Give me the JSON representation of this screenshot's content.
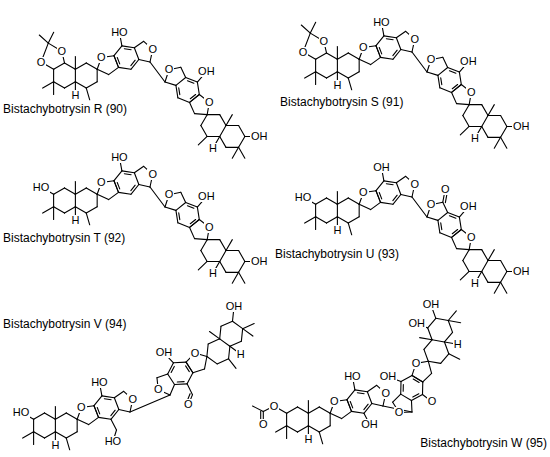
{
  "diagram": {
    "labels": [
      "Bistachybotrysin R (90)",
      "HO",
      "O",
      "O",
      "O",
      "H",
      "O",
      "OH",
      "O",
      "O",
      "OH",
      "H",
      "Bistachybotrysin S (91)",
      "HO",
      "O",
      "O",
      "O",
      "H",
      "O",
      "OH",
      "O",
      "O",
      "OH",
      "H",
      "Bistachybotrysin T (92)",
      "HO",
      "O",
      "O",
      "HO",
      "H",
      "OH",
      "O",
      "O",
      "OH",
      "H",
      "Bistachybotrysin U (93)",
      "OH",
      "O",
      "O",
      "HO",
      "H",
      "OH",
      "O",
      "O",
      "OH",
      "H",
      "O",
      "Bistachybotrysin V (94)",
      "HO",
      "O",
      "O",
      "HO",
      "H",
      "HO",
      "OH",
      "O",
      "O",
      "OH",
      "H",
      "O",
      "Bistachybotrysin W (95)",
      "HO",
      "O",
      "O",
      "O",
      "H",
      "O",
      "OH",
      "OH",
      "O",
      "O",
      "OH",
      "H",
      "OH",
      "O"
    ]
  }
}
